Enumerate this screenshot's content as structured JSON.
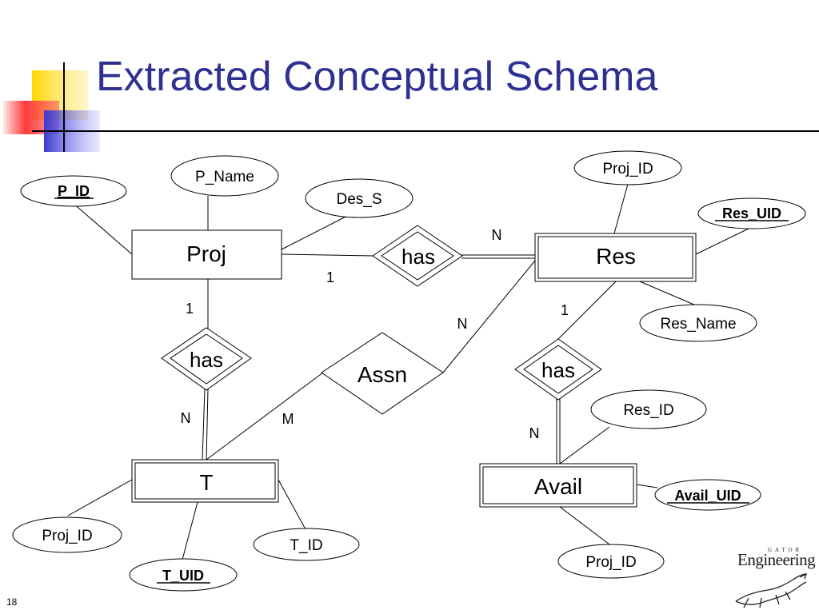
{
  "slide": {
    "title": "Extracted Conceptual Schema",
    "number": "18"
  },
  "logo": {
    "word": "Engineering",
    "small": "GATOR"
  },
  "colors": {
    "title": "#2e3192",
    "accent_yellow": "#ffd700",
    "accent_red": "#ff3030",
    "accent_blue": "#3a3ad0"
  },
  "entities": {
    "proj": "Proj",
    "res": "Res",
    "t": "T",
    "avail": "Avail"
  },
  "relationships": {
    "has_proj_res": "has",
    "has_proj_t": "has",
    "assn": "Assn",
    "has_res_avail": "has"
  },
  "attributes": {
    "p_id": "P_ID",
    "p_name": "P_Name",
    "des_s": "Des_S",
    "res_proj_id": "Proj_ID",
    "res_uid": "Res_UID",
    "res_name": "Res_Name",
    "avail_res_id": "Res_ID",
    "avail_uid": "Avail_UID",
    "avail_proj_id": "Proj_ID",
    "t_proj_id": "Proj_ID",
    "t_id": "T_ID",
    "t_uid": "T_UID"
  },
  "cardinalities": {
    "proj_res_1": "1",
    "proj_res_n": "N",
    "proj_t_1": "1",
    "proj_t_n": "N",
    "assn_res_n": "N",
    "assn_t_m": "M",
    "res_avail_1": "1",
    "res_avail_n": "N"
  }
}
